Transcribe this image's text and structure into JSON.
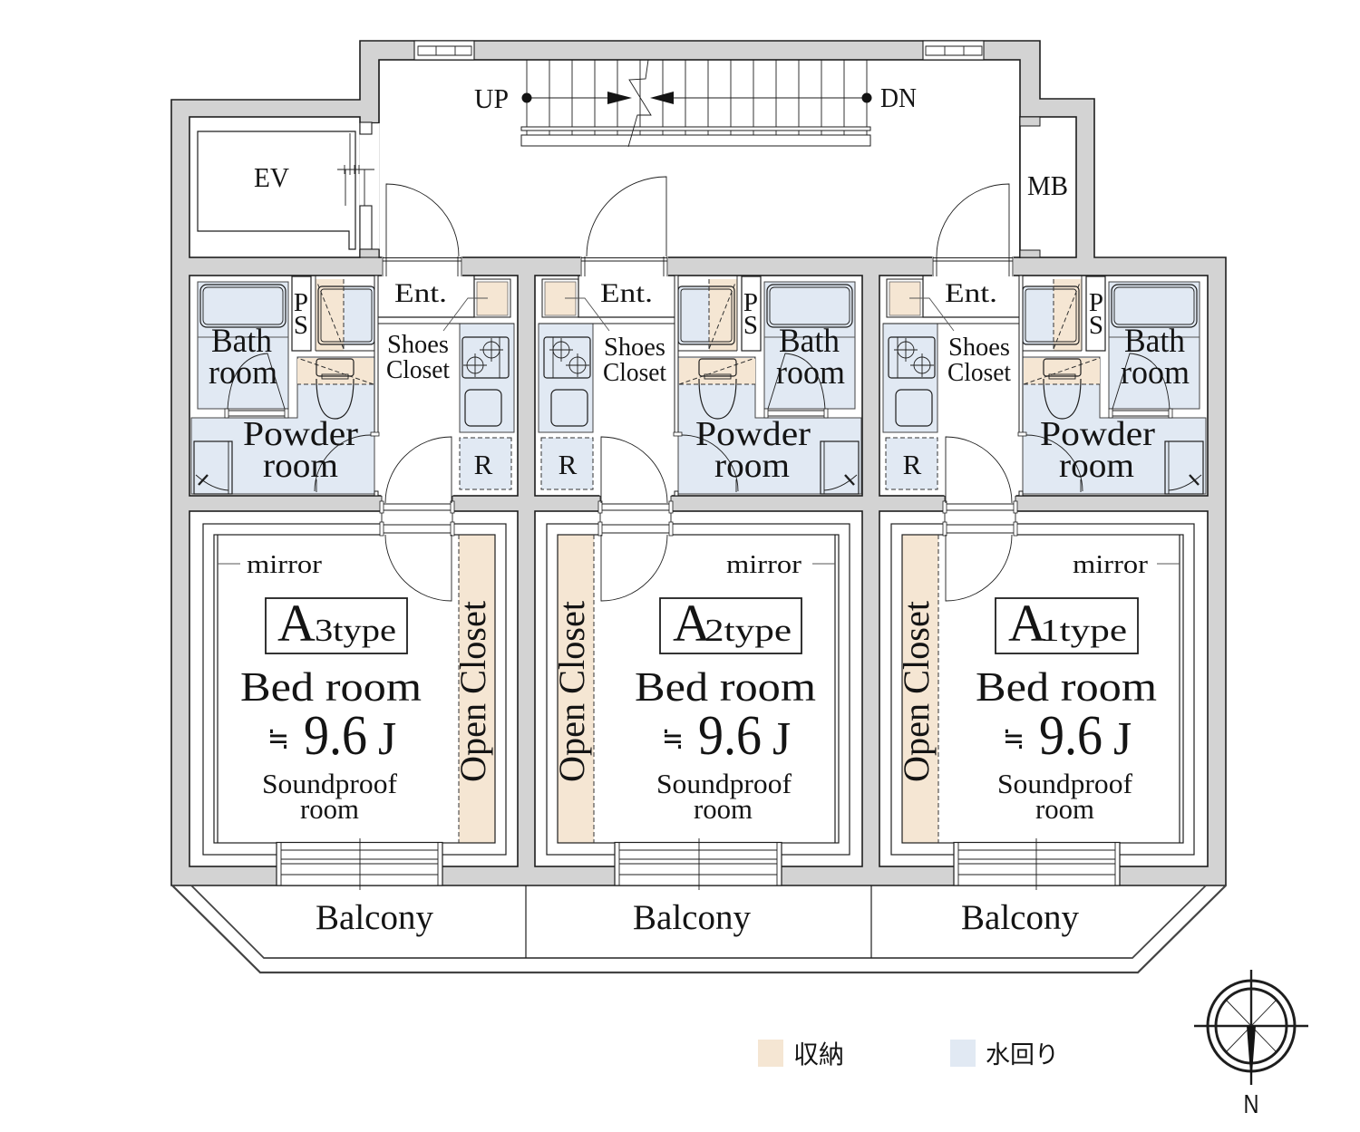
{
  "colors": {
    "wall": "#d3d3d3",
    "storage": "#f5e6d3",
    "water": "#e1e9f3",
    "line": "#1e1e1e"
  },
  "common_area": {
    "stairs": {
      "up_label": "UP",
      "down_label": "DN"
    },
    "elevator_label": "EV",
    "meter_box_label": "MB"
  },
  "units": [
    {
      "type_badge": {
        "prefix": "A",
        "suffix": "3type"
      },
      "entrance_label": "Ent.",
      "shoes_closet_label": [
        "Shoes",
        "Closet"
      ],
      "bath_label": [
        "Bath",
        "room"
      ],
      "powder_label": [
        "Powder",
        "room"
      ],
      "pipe_space_label": [
        "P",
        "S"
      ],
      "refrigerator_label": "R",
      "mirror_label": "mirror",
      "open_closet_label": "Open Closet",
      "bedroom": {
        "label": "Bed room",
        "area": {
          "approx_symbol": "≒",
          "value": "9.6",
          "unit": "J"
        },
        "note": [
          "Soundproof",
          "room"
        ]
      },
      "balcony_label": "Balcony"
    },
    {
      "type_badge": {
        "prefix": "A",
        "suffix": "2type"
      },
      "entrance_label": "Ent.",
      "shoes_closet_label": [
        "Shoes",
        "Closet"
      ],
      "bath_label": [
        "Bath",
        "room"
      ],
      "powder_label": [
        "Powder",
        "room"
      ],
      "pipe_space_label": [
        "P",
        "S"
      ],
      "refrigerator_label": "R",
      "mirror_label": "mirror",
      "open_closet_label": "Open Closet",
      "bedroom": {
        "label": "Bed room",
        "area": {
          "approx_symbol": "≒",
          "value": "9.6",
          "unit": "J"
        },
        "note": [
          "Soundproof",
          "room"
        ]
      },
      "balcony_label": "Balcony"
    },
    {
      "type_badge": {
        "prefix": "A",
        "suffix": "1type"
      },
      "entrance_label": "Ent.",
      "shoes_closet_label": [
        "Shoes",
        "Closet"
      ],
      "bath_label": [
        "Bath",
        "room"
      ],
      "powder_label": [
        "Powder",
        "room"
      ],
      "pipe_space_label": [
        "P",
        "S"
      ],
      "refrigerator_label": "R",
      "mirror_label": "mirror",
      "open_closet_label": "Open Closet",
      "bedroom": {
        "label": "Bed room",
        "area": {
          "approx_symbol": "≒",
          "value": "9.6",
          "unit": "J"
        },
        "note": [
          "Soundproof",
          "room"
        ]
      },
      "balcony_label": "Balcony"
    }
  ],
  "legend": [
    {
      "label": "収納",
      "color": "#f5e6d3"
    },
    {
      "label": "水回り",
      "color": "#e1e9f3"
    }
  ],
  "compass": {
    "north_label": "N"
  }
}
